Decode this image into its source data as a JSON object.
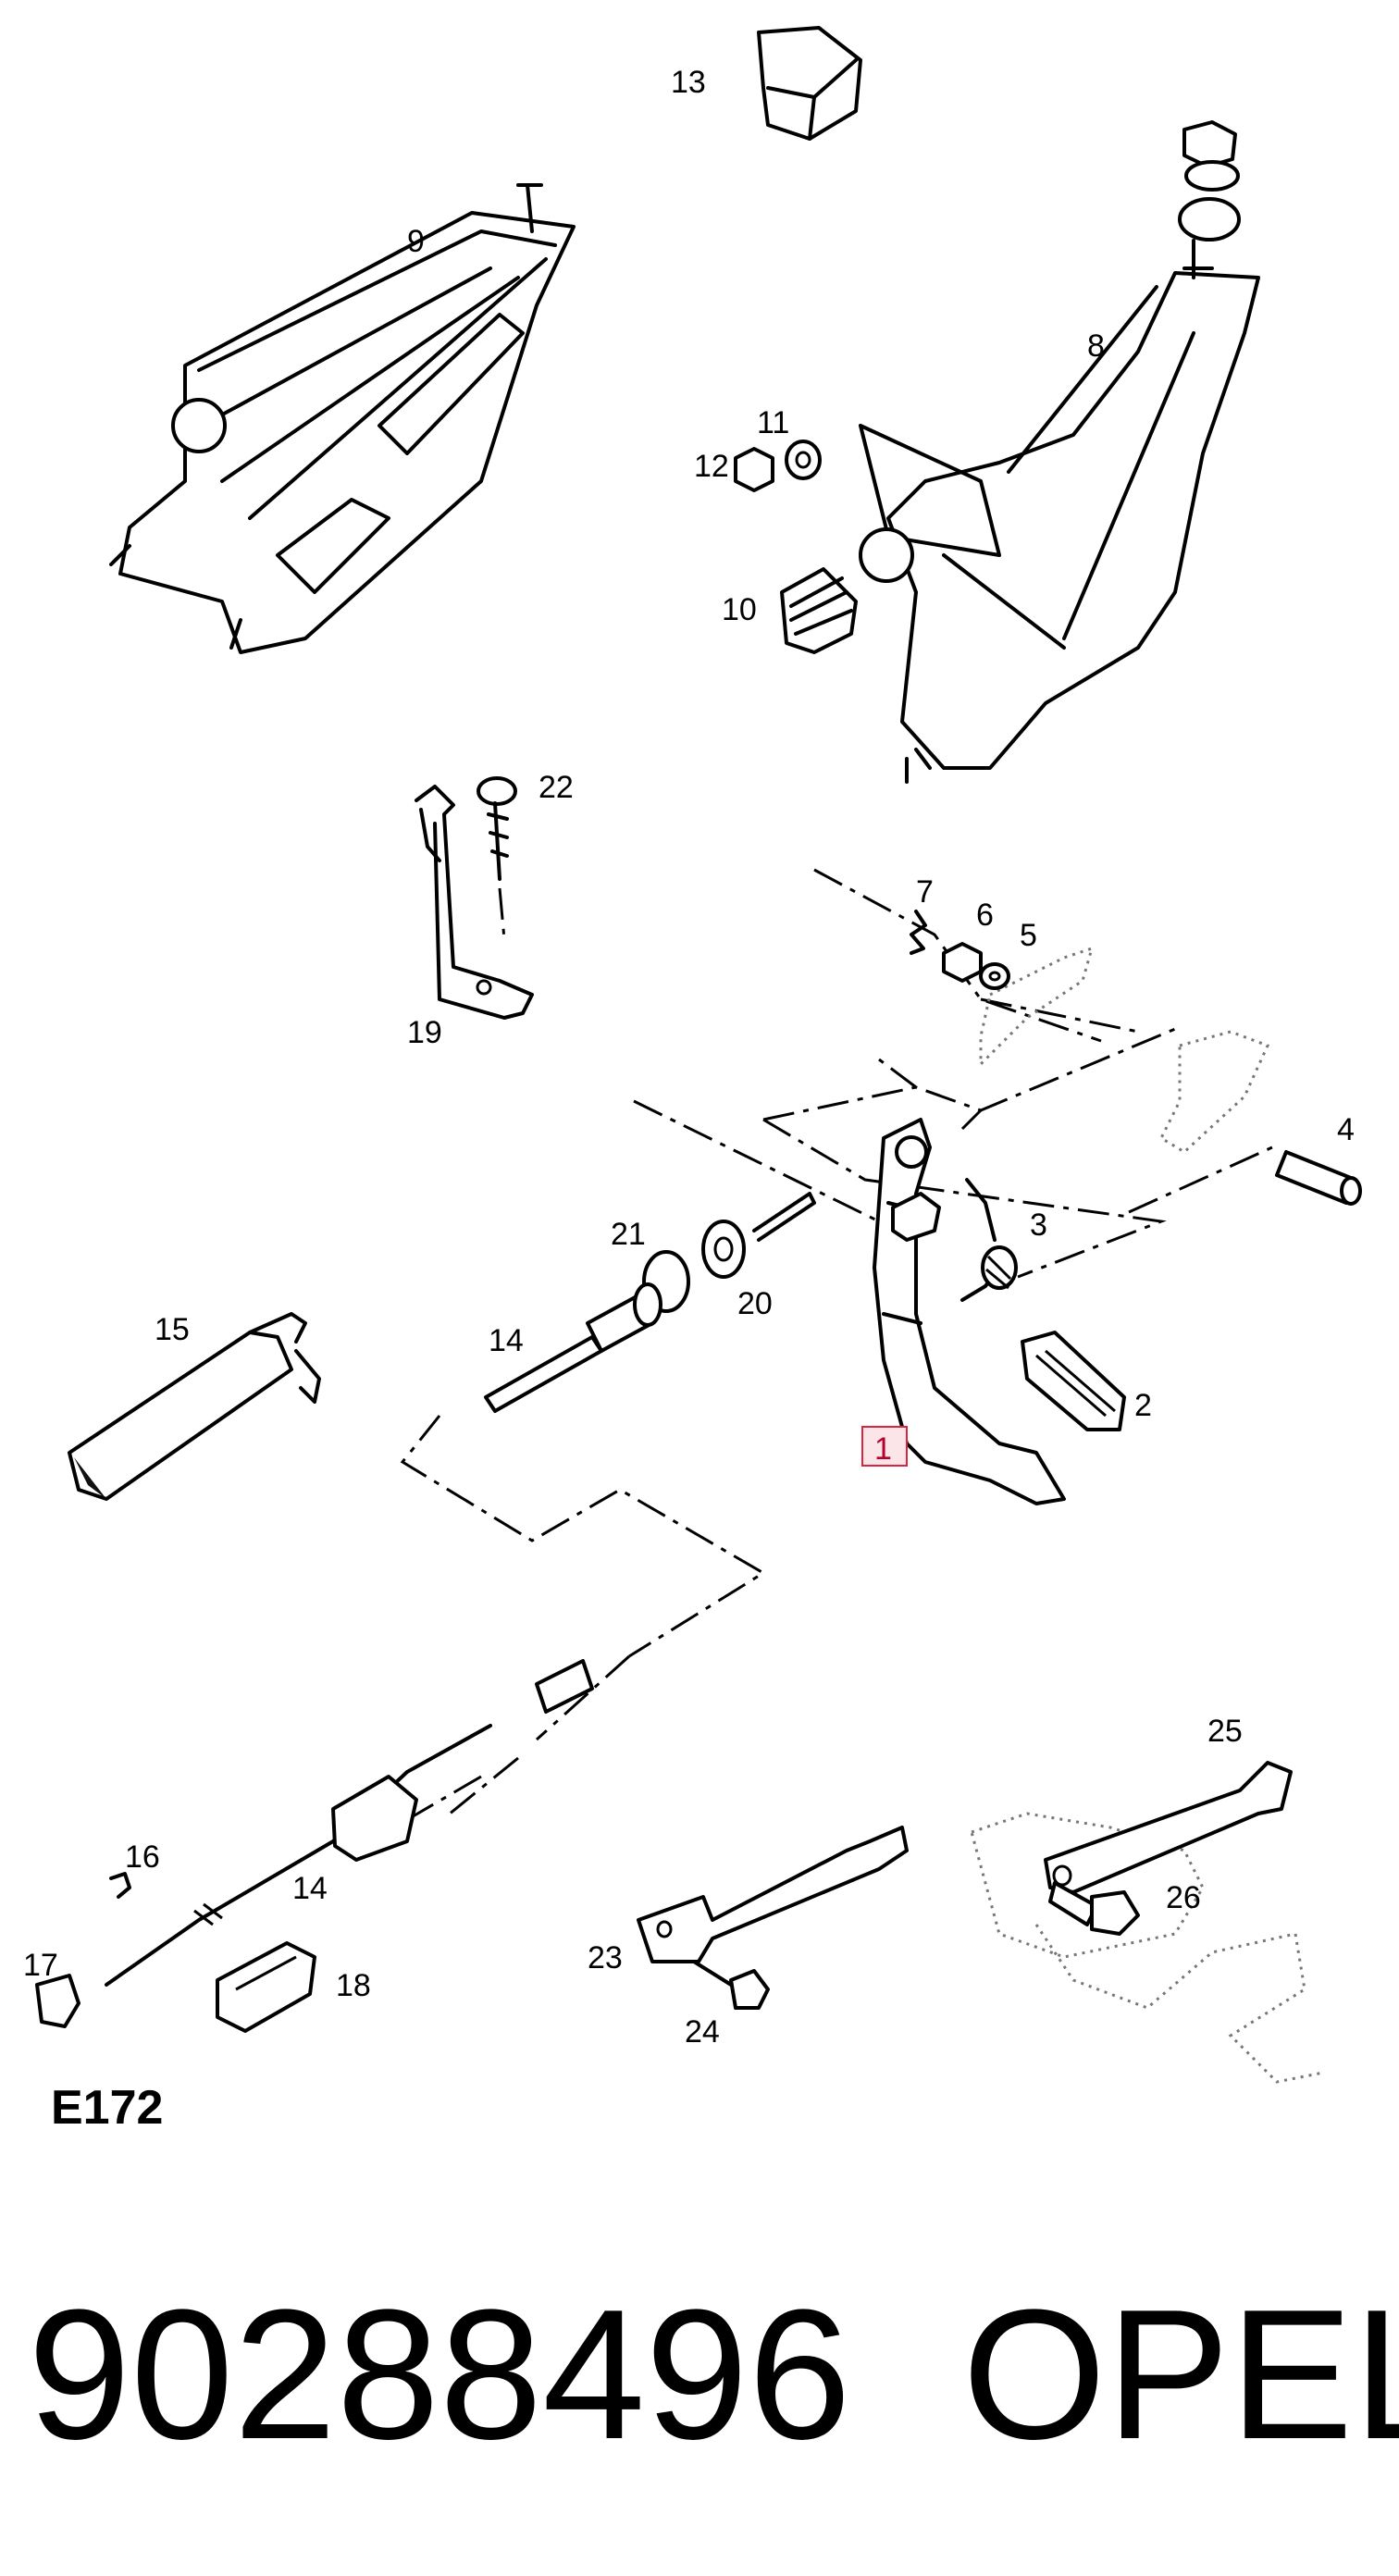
{
  "diagram": {
    "code": "E172",
    "part_number": "90288496",
    "brand": "OPEL",
    "highlight_color": "#d9253f",
    "callouts": {
      "c1": "1",
      "c2": "2",
      "c3": "3",
      "c4": "4",
      "c5": "5",
      "c6": "6",
      "c7": "7",
      "c8": "8",
      "c9": "9",
      "c10": "10",
      "c11": "11",
      "c12": "12",
      "c13": "13",
      "c14a": "14",
      "c14b": "14",
      "c15": "15",
      "c16": "16",
      "c17": "17",
      "c18": "18",
      "c19": "19",
      "c20": "20",
      "c21": "21",
      "c22": "22",
      "c23": "23",
      "c24": "24",
      "c25": "25",
      "c26": "26"
    }
  }
}
